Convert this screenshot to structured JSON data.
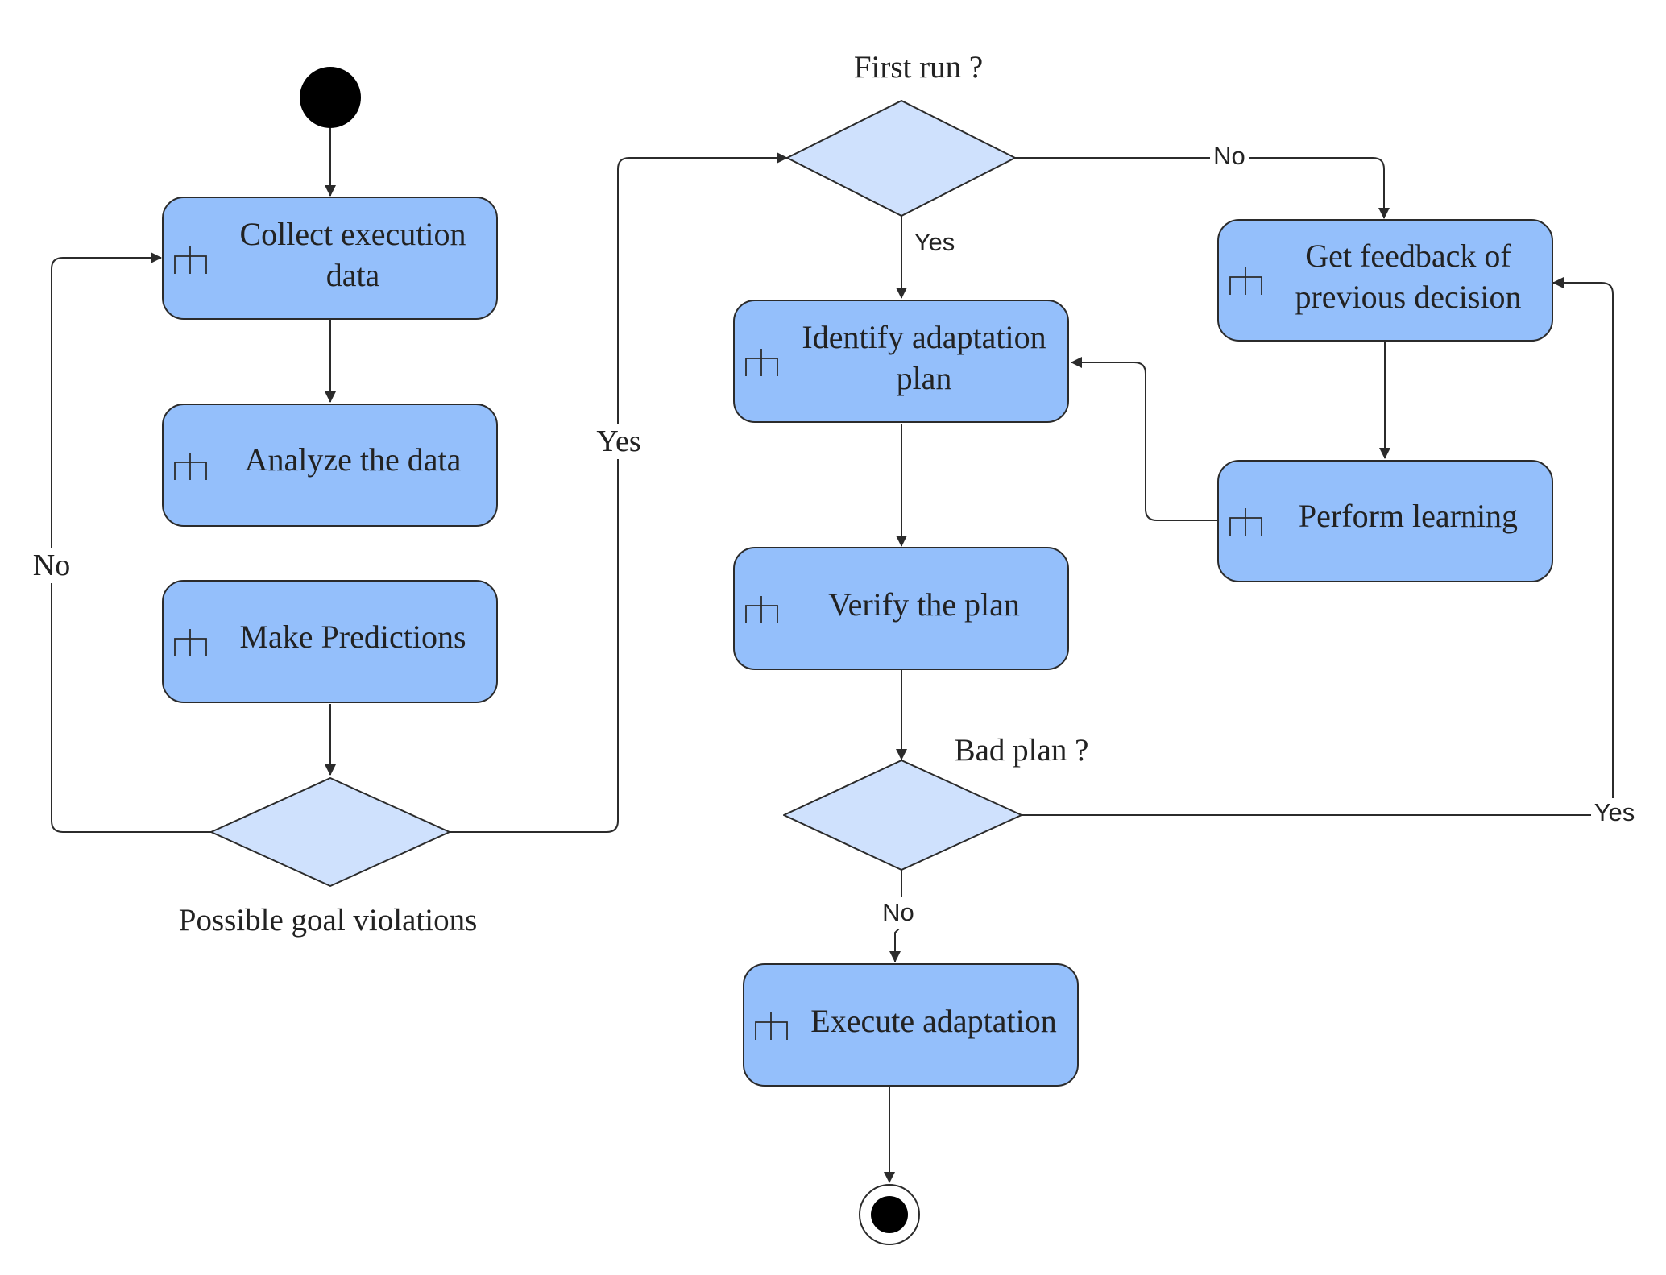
{
  "colors": {
    "activity_fill": "#94bffb",
    "decision_fill": "#cfe1fd",
    "stroke": "#2b2b2b",
    "text": "#222222",
    "background": "#ffffff"
  },
  "icon": "subactivity-rake-icon",
  "activities": {
    "collect": [
      "Collect execution",
      "data"
    ],
    "analyze": [
      "Analyze the data"
    ],
    "predict": [
      "Make Predictions"
    ],
    "identify": [
      "Identify adaptation",
      "plan"
    ],
    "verify": [
      "Verify the plan"
    ],
    "execute": [
      "Execute adaptation"
    ],
    "feedback": [
      "Get feedback of",
      "previous decision"
    ],
    "learning": [
      "Perform learning"
    ]
  },
  "decisions": {
    "goal_violations": "Possible goal violations",
    "first_run": "First run ?",
    "bad_plan": "Bad plan ?"
  },
  "edge_labels": {
    "goal_no": "No",
    "goal_yes": "Yes",
    "first_run_yes": "Yes",
    "first_run_no": "No",
    "bad_plan_no": "No",
    "bad_plan_yes": "Yes"
  }
}
